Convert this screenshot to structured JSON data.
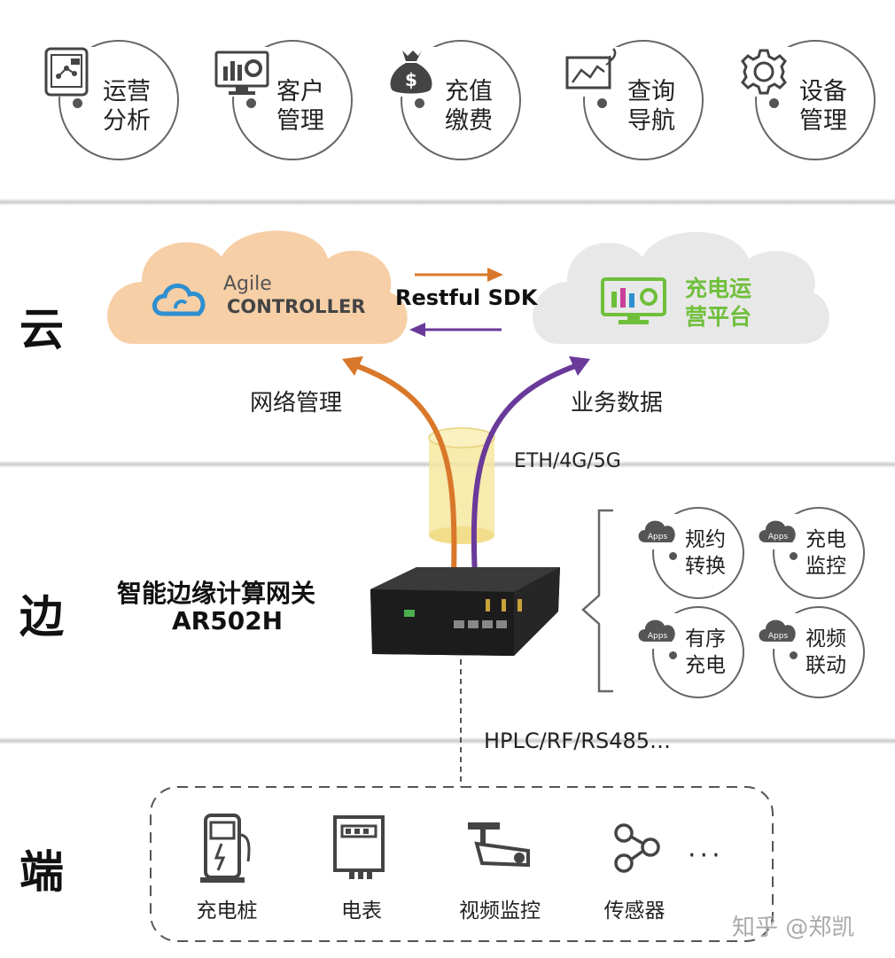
{
  "top_apps": [
    {
      "line1": "运营",
      "line2": "分析",
      "icon": "analytics-tablet-icon"
    },
    {
      "line1": "客户",
      "line2": "管理",
      "icon": "monitor-chart-gear-icon"
    },
    {
      "line1": "充值",
      "line2": "缴费",
      "icon": "money-bag-icon"
    },
    {
      "line1": "查询",
      "line2": "导航",
      "icon": "map-navigation-icon"
    },
    {
      "line1": "设备",
      "line2": "管理",
      "icon": "gear-icon"
    }
  ],
  "layers": {
    "cloud": "云",
    "edge": "边",
    "end": "端"
  },
  "cloud": {
    "controller_brand_1": "Agile",
    "controller_brand_2": "CONTROLLER",
    "platform_line1": "充电运",
    "platform_line2": "营平台",
    "sdk_label": "Restful SDK",
    "mgmt_label": "网络管理",
    "biz_label": "业务数据",
    "link_label": "ETH/4G/5G"
  },
  "edge": {
    "gateway_title": "智能边缘计算网关",
    "gateway_model": "AR502H",
    "apps": [
      {
        "line1": "规约",
        "line2": "转换",
        "badge": "Apps"
      },
      {
        "line1": "充电",
        "line2": "监控",
        "badge": "Apps"
      },
      {
        "line1": "有序",
        "line2": "充电",
        "badge": "Apps"
      },
      {
        "line1": "视频",
        "line2": "联动",
        "badge": "Apps"
      }
    ],
    "bus_label": "HPLC/RF/RS485…"
  },
  "end": {
    "devices": [
      {
        "label": "充电桩",
        "icon": "charging-pile-icon"
      },
      {
        "label": "电表",
        "icon": "electric-meter-icon"
      },
      {
        "label": "视频监控",
        "icon": "surveillance-camera-icon"
      },
      {
        "label": "传感器",
        "icon": "sensor-network-icon"
      }
    ],
    "more": "···"
  },
  "watermark": "知乎 @郑凯",
  "colors": {
    "orange_arrow": "#d9782a",
    "purple_arrow": "#6a3a9a",
    "controller_cloud": "#f6cfa7",
    "platform_cloud": "#e8e8e8",
    "platform_green": "#6fbf3a",
    "agile_blue": "#2e8fd0",
    "cylinder_yellow": "#f6e7a0"
  }
}
